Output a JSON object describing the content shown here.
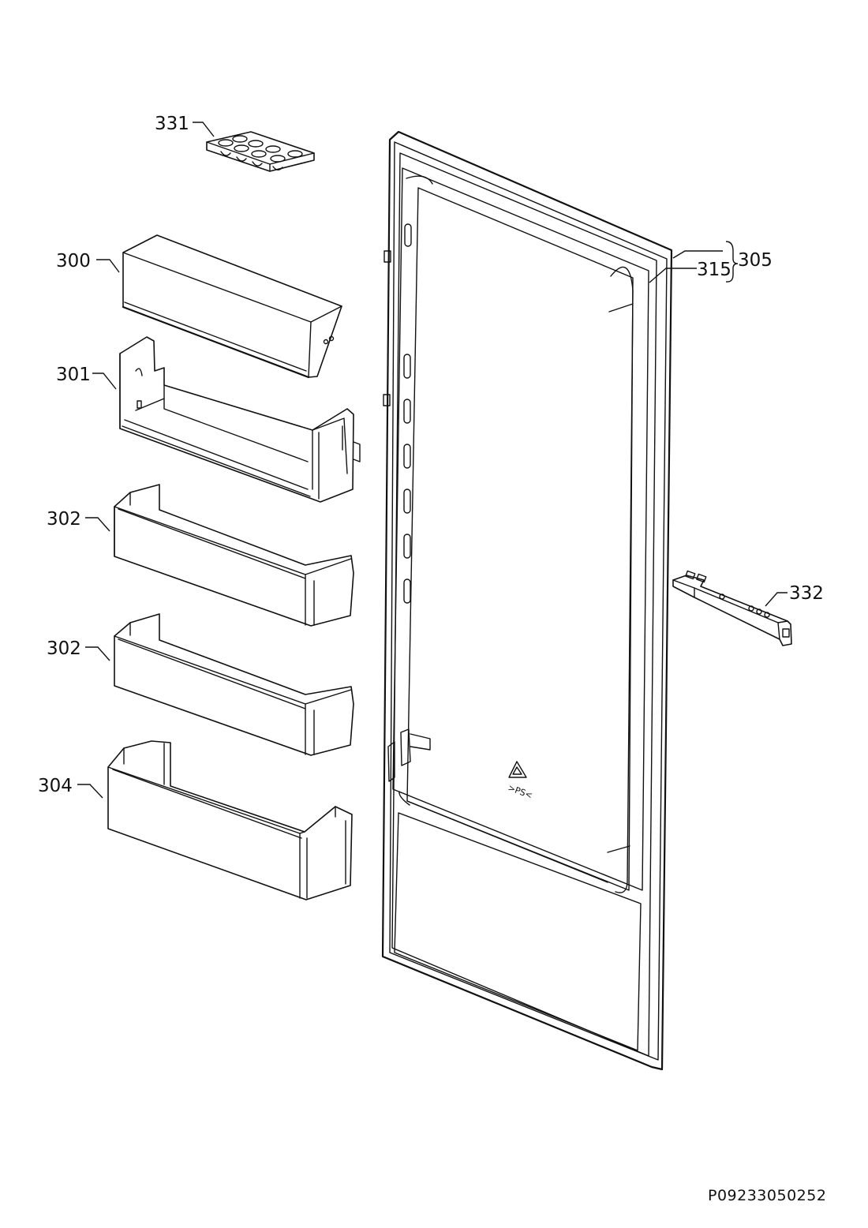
{
  "labels": {
    "p331": "331",
    "p300": "300",
    "p301": "301",
    "p302a": "302",
    "p302b": "302",
    "p304": "304",
    "p305": "305",
    "p315": "315",
    "p332": "332"
  },
  "recycle_mark": ">PS<",
  "drawing_code": "P09233050252"
}
